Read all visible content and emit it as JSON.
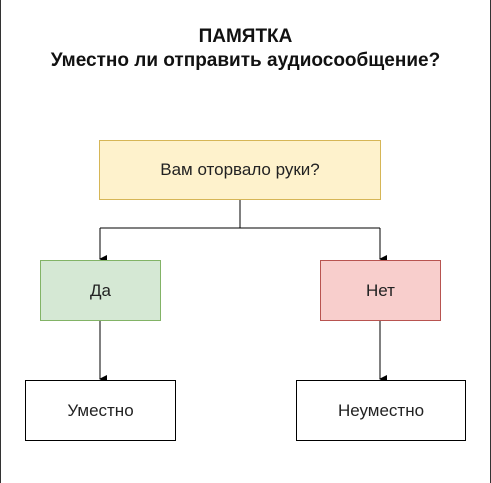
{
  "header": {
    "title": "ПАМЯТКА",
    "subtitle": "Уместно ли отправить аудиосообщение?"
  },
  "nodes": {
    "question": {
      "label": "Вам оторвало руки?",
      "fill": "#fef2cc",
      "stroke": "#d6b656"
    },
    "yes": {
      "label": "Да",
      "fill": "#d5e8d4",
      "stroke": "#82b366"
    },
    "no": {
      "label": "Нет",
      "fill": "#f8cecc",
      "stroke": "#b85450"
    },
    "appropriate": {
      "label": "Уместно",
      "fill": "#ffffff",
      "stroke": "#000000"
    },
    "inappropriate": {
      "label": "Неуместно",
      "fill": "#ffffff",
      "stroke": "#000000"
    }
  },
  "edges": [
    {
      "from": "question",
      "to": "yes"
    },
    {
      "from": "question",
      "to": "no"
    },
    {
      "from": "yes",
      "to": "appropriate"
    },
    {
      "from": "no",
      "to": "inappropriate"
    }
  ]
}
